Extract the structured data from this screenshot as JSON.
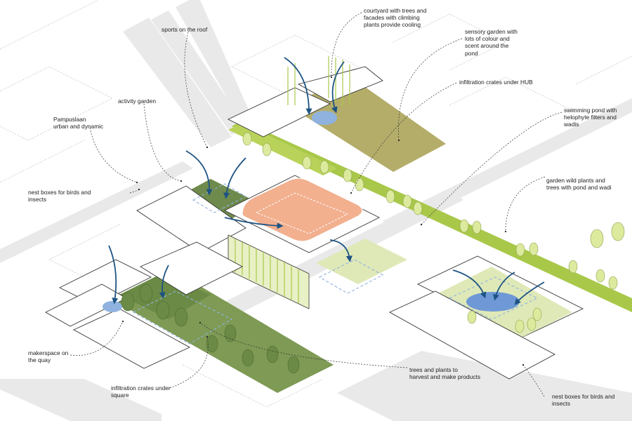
{
  "labels": {
    "courtyard": "courtyard with trees and\nfacades with climbing\nplants provide cooling",
    "sports": "sports on the roof",
    "sensory": "sensory garden with\nlots of colour and\nscent around the\npond",
    "infil_hub": "infiltration crates under HUB",
    "activity": "activity garden",
    "swimming": "swimming pond with\nhelophyte filters and\nwadis",
    "pampus": "Pampuslaan\nurban and dynamic",
    "nest_left": "nest boxes for birds and\ninsects",
    "garden_wild": "garden wild plants and\ntrees with pond and wadi",
    "makerspace": "makerspace on\nthe quay",
    "trees_plants": "trees and plants to\nharvest and make products",
    "infil_square": "infiltration crates under\nsquare",
    "nest_right": "nest boxes for birds and\ninsects"
  },
  "colors": {
    "green_strip": "#a9c84a",
    "dark_green": "#6e8a4c",
    "olive": "#b4ad6a",
    "light_green": "#dfe9b8",
    "orange": "#f2b08f",
    "water": "#8fb2df",
    "arrow": "#1d5383",
    "tree_light": "#dcea9e",
    "tree_dark": "#6b8a45",
    "gray_path": "#e6e6e6"
  }
}
